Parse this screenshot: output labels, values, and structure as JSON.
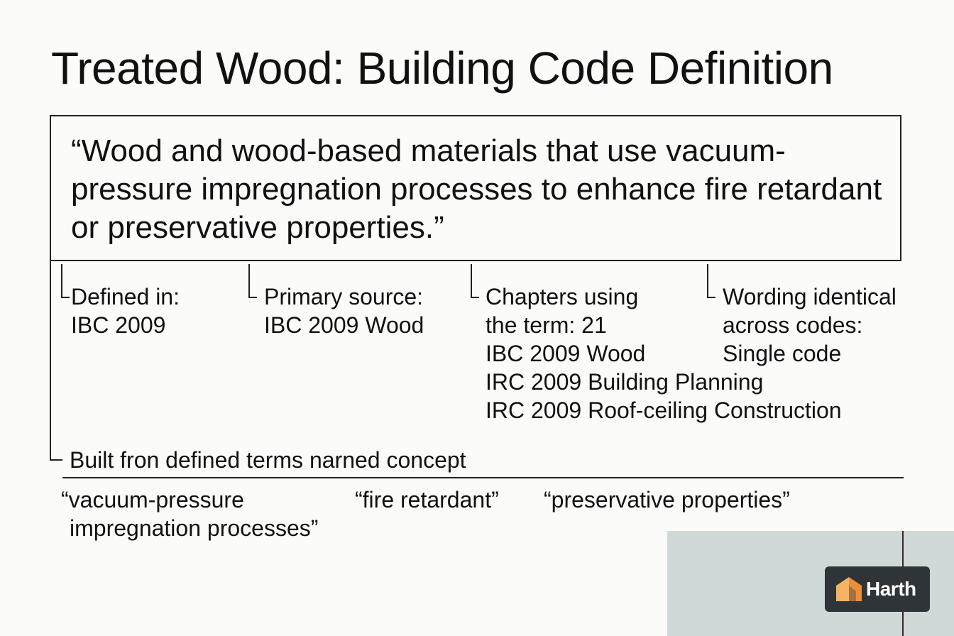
{
  "title": "Treated Wood: Building Code Definition",
  "definition": "“Wood and wood-based materials that use vacuum-pressure impregnation processes to enhance fire retardant or preservative properties.”",
  "details": [
    {
      "lines": [
        "Defined in:",
        "IBC 2009"
      ]
    },
    {
      "lines": [
        "Primary source:",
        "IBC 2009 Wood"
      ]
    },
    {
      "lines": [
        "Chapters using",
        "the term: 21",
        "IBC 2009 Wood",
        "IRC 2009 Building Planning",
        "IRC 2009 Roof-ceiling Construction"
      ]
    },
    {
      "lines": [
        "Wording identical",
        "across codes:",
        "Single code"
      ]
    }
  ],
  "terms_heading": "Built fron defined terms narned concept",
  "terms": [
    {
      "lines": [
        "“vacuum-pressure",
        "impregnation processes”"
      ]
    },
    {
      "lines": [
        "“fire retardant”"
      ]
    },
    {
      "lines": [
        "“preservative properties”"
      ]
    }
  ],
  "watermark": "Harth",
  "colors": {
    "logo_bg": "#2f3438",
    "logo_mark": "#f0a050",
    "panel": "#cfdad8"
  }
}
